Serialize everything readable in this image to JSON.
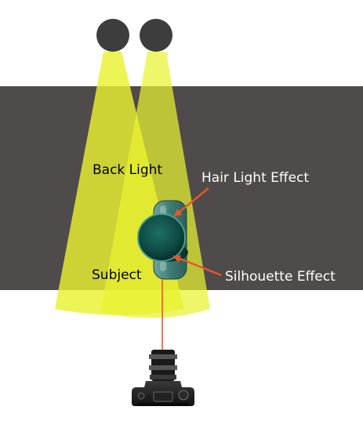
{
  "labels": {
    "back_light": "Back Light",
    "hair_light_effect": "Hair Light Effect",
    "subject": "Subject",
    "silhouette_effect": "Silhouette Effect"
  },
  "colors": {
    "backdrop": "#4f4b4a",
    "light_beam": "#e9f230",
    "light_head": "#3d3d3d",
    "arrow": "#e8562c",
    "camera_line": "#d9542a",
    "subject_teal": "#2f6f66",
    "label_dark": "#000000",
    "label_light": "#ffffff"
  },
  "icons": [
    "light-head-icon",
    "camera-icon",
    "subject-icon"
  ]
}
